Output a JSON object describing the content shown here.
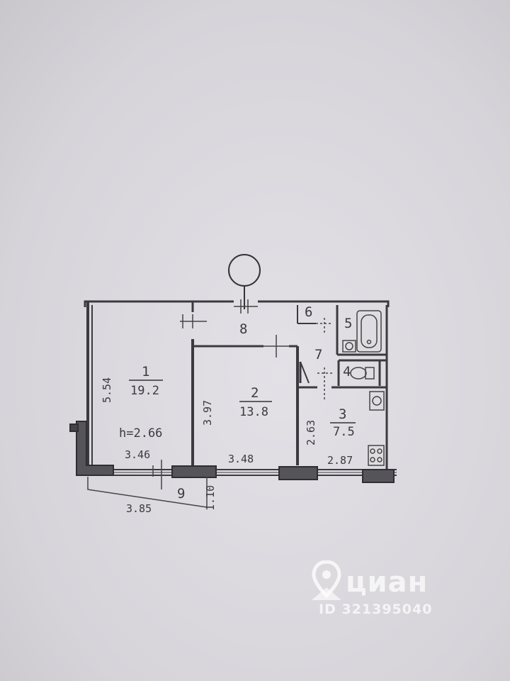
{
  "plan": {
    "rooms": [
      {
        "id": "room-1",
        "number": "1",
        "area": "19.2"
      },
      {
        "id": "room-2",
        "number": "2",
        "area": "13.8"
      },
      {
        "id": "room-3",
        "number": "3",
        "area": "7.5"
      },
      {
        "id": "room-4",
        "number": "4"
      },
      {
        "id": "room-5",
        "number": "5"
      },
      {
        "id": "room-6",
        "number": "6"
      },
      {
        "id": "room-7",
        "number": "7"
      },
      {
        "id": "room-8",
        "number": "8"
      },
      {
        "id": "room-9",
        "number": "9"
      }
    ],
    "ceiling_height": "h=2.66",
    "dimensions": {
      "room1_height": "5.54",
      "room1_width": "3.46",
      "room2_height": "3.97",
      "room2_width": "3.48",
      "room3_height": "2.63",
      "room3_width": "2.87",
      "balcony_length": "3.85",
      "balcony_depth": "1.10"
    }
  },
  "watermark": {
    "brand": "циан",
    "listing_id": "ID 321395040",
    "icon": "map-pin-icon"
  }
}
